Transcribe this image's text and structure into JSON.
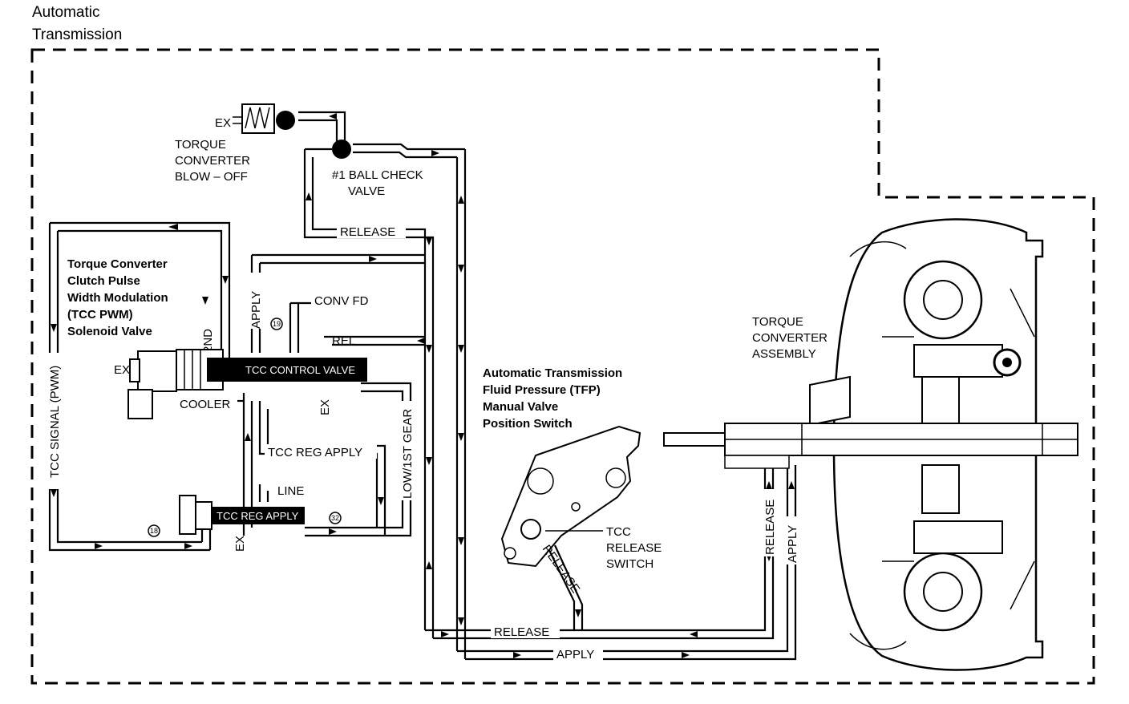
{
  "title": {
    "line1": "Automatic",
    "line2": "Transmission"
  },
  "labels": {
    "ex_top": "EX",
    "blowoff": [
      "TORQUE",
      "CONVERTER",
      "BLOW – OFF"
    ],
    "ball_check": [
      "#1 BALL CHECK",
      "VALVE"
    ],
    "release_top": "RELEASE",
    "pwm": [
      "Torque Converter",
      "Clutch Pulse",
      "Width Modulation",
      "(TCC PWM)",
      "Solenoid Valve"
    ],
    "second": "2ND",
    "ex_solenoid": "EX",
    "tcc_signal": "TCC SIGNAL (PWM)",
    "apply_vert": "APPLY",
    "orifice_19a": "19",
    "conv_fd": "CONV FD",
    "rel": "REL",
    "tcc_control_valve": "TCC CONTROL VALVE",
    "cooler": "COOLER",
    "ex_control": "EX",
    "tcc_reg_apply_line": "TCC REG APPLY",
    "low_1st_gear": "LOW/1ST GEAR",
    "line": "LINE",
    "tcc_reg_apply_valve": "TCC REG APPLY",
    "orifice_18": "18",
    "orifice_32": "32",
    "ex_reg": "EX",
    "tfp": [
      "Automatic Transmission",
      "Fluid Pressure (TFP)",
      "Manual Valve",
      "Position Switch"
    ],
    "tcc_release_switch": [
      "TCC",
      "RELEASE",
      "SWITCH"
    ],
    "release_diag": "RELEASE",
    "release_bottom": "RELEASE",
    "apply_bottom": "APPLY",
    "release_vert_right": "RELEASE",
    "apply_vert_right": "APPLY",
    "converter_assembly": [
      "TORQUE",
      "CONVERTER",
      "ASSEMBLY"
    ]
  }
}
